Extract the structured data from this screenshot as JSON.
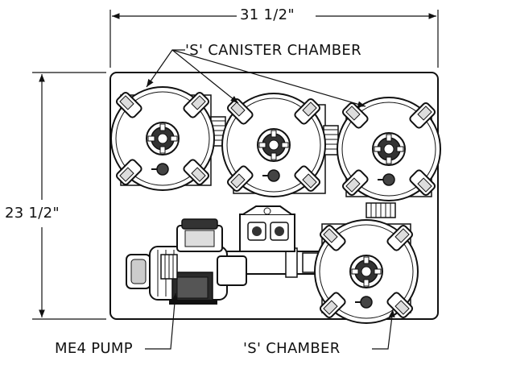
{
  "dimensions": {
    "width_label": "31 1/2\"",
    "height_label": "23 1/2\""
  },
  "labels": {
    "canister_chamber": "'S' CANISTER CHAMBER",
    "pump": "ME4 PUMP",
    "chamber": "'S' CHAMBER"
  },
  "colors": {
    "line": "#111111",
    "fill": "#ffffff",
    "shade": "#dcdcdc",
    "dark": "#2a2a2a"
  }
}
